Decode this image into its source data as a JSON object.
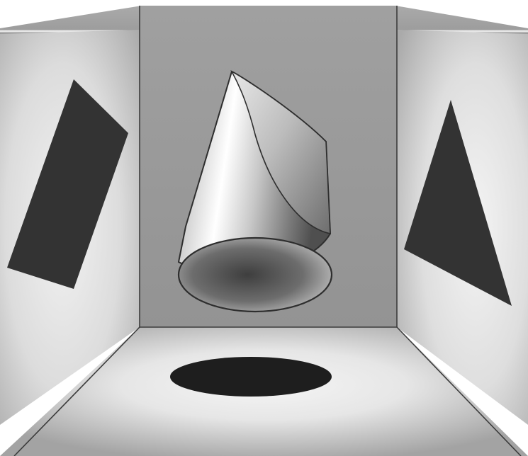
{
  "scene": {
    "kind": "illustration",
    "subject": "projection-box",
    "objects": [
      "cut-cone",
      "cone-shadow-floor",
      "left-wall-shadow",
      "right-wall-shadow"
    ]
  },
  "colors": {
    "back_wall": "#9a9a9a",
    "side_wall_light": "#ececec",
    "side_wall_mid": "#b2b2b2",
    "ceiling": "#9c9c9c",
    "floor_light": "#efefef",
    "floor_mid": "#a8a8a8",
    "shadow": "#333333",
    "floor_shadow": "#1e1e1e",
    "edge_line": "#3c3c3c"
  }
}
